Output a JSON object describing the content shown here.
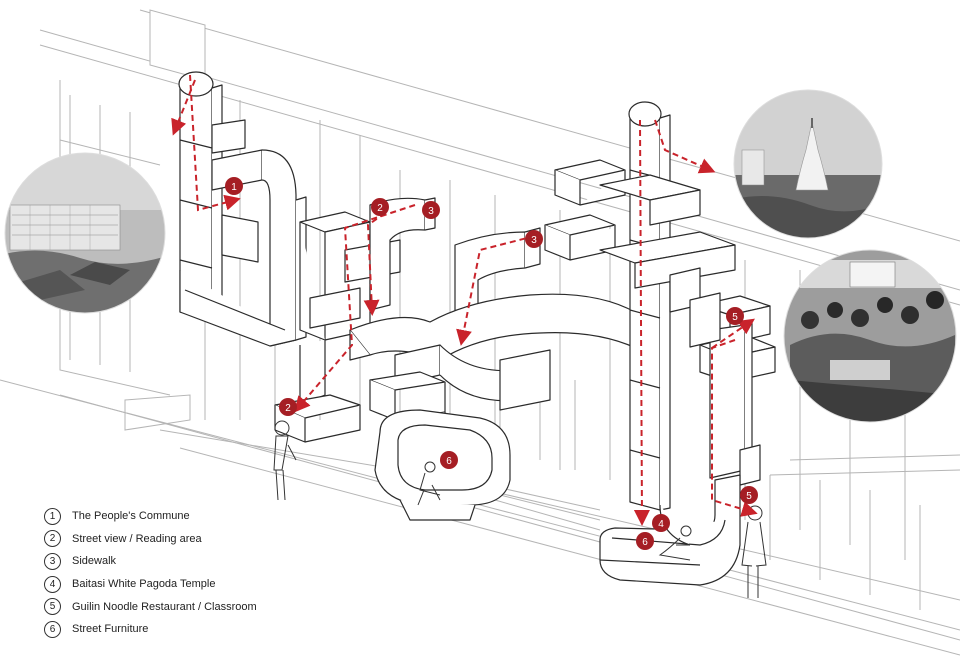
{
  "legend": [
    {
      "num": "1",
      "label": "The People's Commune"
    },
    {
      "num": "2",
      "label": "Street view / Reading area"
    },
    {
      "num": "3",
      "label": "Sidewalk"
    },
    {
      "num": "4",
      "label": "Baitasi White Pagoda Temple"
    },
    {
      "num": "5",
      "label": "Guilin Noodle Restaurant / Classroom"
    },
    {
      "num": "6",
      "label": "Street Furniture"
    }
  ],
  "markers": {
    "m1": "1",
    "m2a": "2",
    "m2b": "2",
    "m3a": "3",
    "m3b": "3",
    "m4": "4",
    "m5a": "5",
    "m5b": "5",
    "m6a": "6",
    "m6b": "6"
  },
  "colors": {
    "route": "#c9232b",
    "marker": "#a51e24",
    "line": "#333333"
  }
}
